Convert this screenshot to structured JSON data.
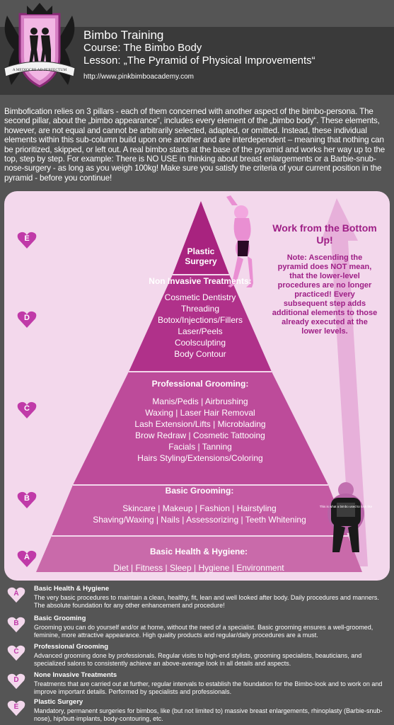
{
  "header": {
    "title": "Bimbo Training",
    "course": "Course: The Bimbo Body",
    "lesson": "Lesson: „The Pyramid of Physical Improvements“",
    "url": "http://www.pinkbimboacademy.com",
    "crest_motto": "A MEDIOCRE AD PERFECTUM"
  },
  "intro": "Bimbofication relies on 3 pillars - each of them concerned with another aspect of the bimbo-persona. The second pillar, about the „bimbo appearance“, includes every element of the „bimbo body“. These elements, however, are not equal and cannot be arbitrarily selected, adapted, or omitted. Instead, these individual elements within this sub-column build upon one another and are interdependent – meaning that nothing can be prioritized, skipped, or left out. A real bimbo starts at the base of the pyramid and works her way up to the top, step by step. For example: There is NO USE in thinking about breast enlargements or a Barbie-snub-nose-surgery - as long as you weigh 100kg! Make sure you satisfy the criteria of your current position in the pyramid - before you continue!",
  "pyramid": {
    "level_e": {
      "heading": "Plastic Surgery"
    },
    "level_d": {
      "heading": "Non Invasive Treatments:",
      "lines": [
        "Cosmetic Dentistry",
        "Threading",
        "Botox/Injections/Fillers",
        "Laser/Peels",
        "Coolsculpting",
        "Body Contour"
      ]
    },
    "level_c": {
      "heading": "Professional Grooming:",
      "lines": [
        "Manis/Pedis | Airbrushing",
        "Waxing | Laser Hair Removal",
        "Lash Extension/Lifts | Microblading",
        "Brow Redraw | Cosmetic Tattooing",
        "Facials | Tanning",
        "Hairs Styling/Extensions/Coloring"
      ]
    },
    "level_b": {
      "heading": "Basic Grooming:",
      "lines": [
        "Skincare | Makeup | Fashion | Hairstyling",
        "Shaving/Waxing | Nails | Assessorizing | Teeth Whitening"
      ]
    },
    "level_a": {
      "heading": "Basic Health & Hygiene:",
      "lines": [
        "Diet | Fitness | Sleep | Hygiene | Environment"
      ]
    }
  },
  "hearts": [
    "E",
    "D",
    "C",
    "B",
    "A"
  ],
  "note": {
    "heading": "Work from the Bottom Up!",
    "body": "Note: Ascending the pyramid does NOT mean, that the lower-level procedures are no longer practiced! Every subsequent step adds additional elements to those already executed at the lower levels."
  },
  "shirt_text": "This is what a bimbo used to look like",
  "legend": [
    {
      "letter": "A",
      "title": "Basic Health & Hygiene",
      "text": "The very basic procedures to maintain a clean, healthy, fit, lean and well looked after body. Daily procedures and manners. The absolute foundation for any other enhancement and procedure!"
    },
    {
      "letter": "B",
      "title": "Basic Grooming",
      "text": "Grooming you can do yourself and/or at home, without the need of a specialist. Basic grooming ensures a well-groomed, feminine, more attractive appearance. High quality products and regular/daily procedures are a must."
    },
    {
      "letter": "C",
      "title": "Professional Grooming",
      "text": "Advanced grooming done by professionals. Regular visits to high-end stylists, grooming specialists, beauticians, and specialized salons to consistently achieve an above-average look in all details and aspects."
    },
    {
      "letter": "D",
      "title": "None Invasive Treatments",
      "text": "Treatments that are carried out at further, regular intervals to establish the foundation for the Bimbo-look and to work on and improve important details. Performed by specialists and professionals."
    },
    {
      "letter": "E",
      "title": "Plastic Surgery",
      "text": "Mandatory, permanent surgeries for bimbos, like (but not limited to) massive breast enlargements, rhinoplasty (Barbie-snub-nose), hip/butt-implants, body-contouring, etc."
    }
  ],
  "colors": {
    "pink_dark": "#a8237f",
    "pink_mid": "#c8579f",
    "pink_light": "#f3d8ec",
    "bg": "#555555"
  }
}
